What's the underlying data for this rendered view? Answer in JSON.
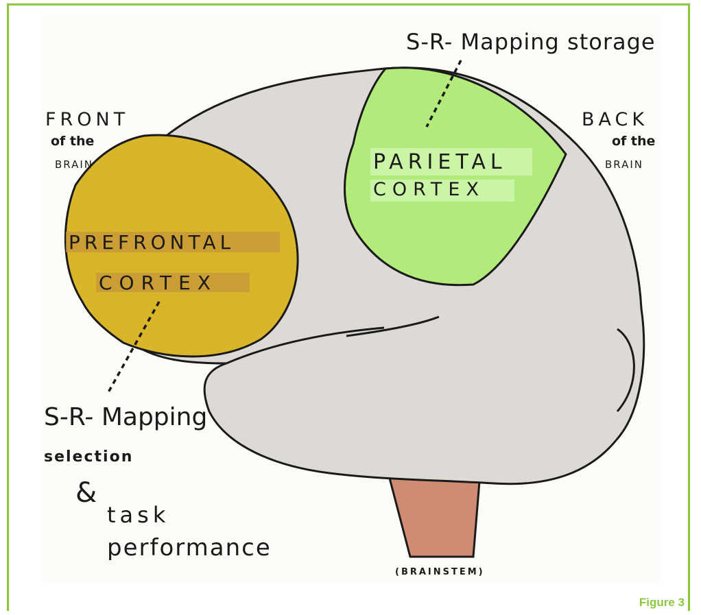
{
  "figure_label": "Figure 3",
  "labels": {
    "top": "S-R- Mapping storage",
    "front": [
      "FRONT",
      "of the",
      "BRAIN"
    ],
    "back": [
      "BACK",
      "of the",
      "BRAIN"
    ],
    "parietal": [
      "PARIETAL",
      "CORTEX"
    ],
    "prefrontal": [
      "PREFRONTAL",
      "CORTEX"
    ],
    "bottom_left": [
      "S-R- Mapping",
      "selection",
      "&",
      "task",
      "performance"
    ],
    "brainstem": "(BRAINSTEM)"
  },
  "colors": {
    "frame": "#8dc63f",
    "brain": "#dddad5",
    "prefrontal": "#d9b52a",
    "parietal": "#b2ea7c",
    "brainstem": "#cf8b74",
    "prefrontal_highlight": "#c4963a",
    "parietal_highlight": "#cbf5a6"
  }
}
